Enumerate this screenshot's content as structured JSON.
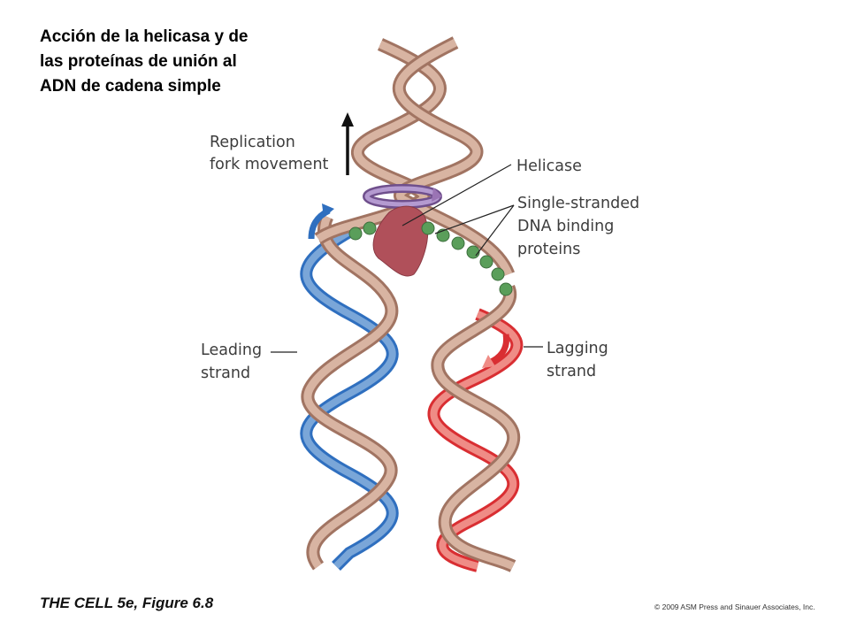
{
  "title": {
    "line1": "Acción de la helicasa y de",
    "line2": "las proteínas de unión al",
    "line3": "ADN de cadena simple"
  },
  "labels": {
    "replication_1": "Replication",
    "replication_2": "fork movement",
    "helicase": "Helicase",
    "ssb_1": "Single-stranded",
    "ssb_2": "DNA binding",
    "ssb_3": "proteins",
    "leading_1": "Leading",
    "leading_2": "strand",
    "lagging_1": "Lagging",
    "lagging_2": "strand"
  },
  "footer": {
    "book": "THE CELL 5e, Figure 6.8",
    "copyright": "© 2009 ASM Press and Sinauer Associates, Inc."
  },
  "colors": {
    "parental_strand": "#c79a85",
    "leading_new_light": "#7aa6d8",
    "leading_new_dark": "#2f6fbf",
    "lagging_new_light": "#ef8c86",
    "lagging_new_dark": "#d92e32",
    "helicase": "#b0505a",
    "helicase_ring": "#9a74b4",
    "ssb": "#5a9e5a"
  }
}
